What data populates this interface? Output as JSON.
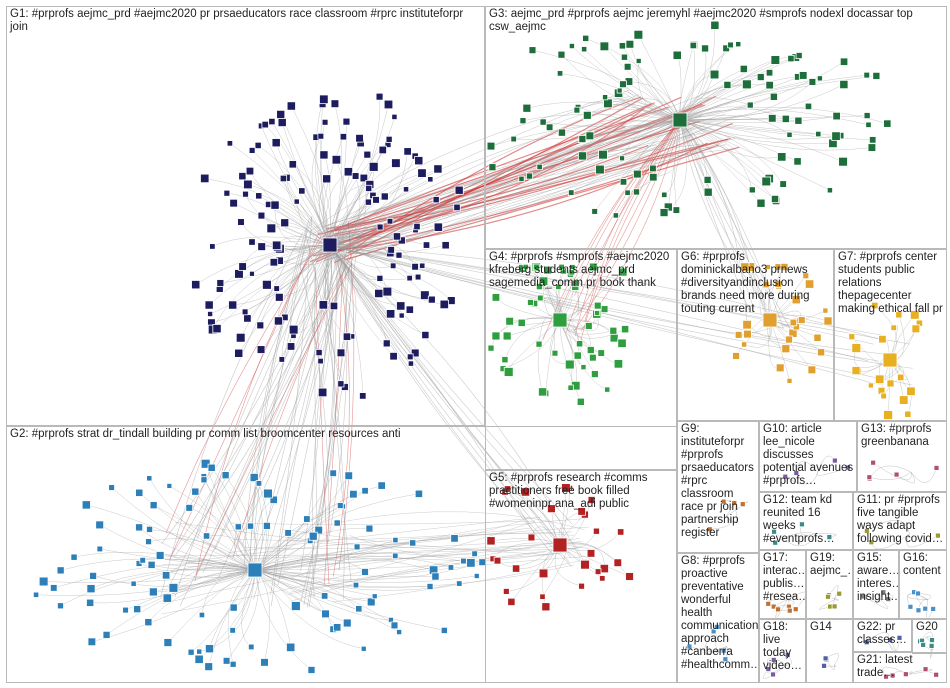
{
  "colors": {
    "background": "#ffffff",
    "box_border": "#b9b9b9",
    "edge_gray": "#9a9a9a",
    "edge_red": "#d23b3b",
    "g1": "#1c1c5e",
    "g2": "#2c7fb8",
    "g3": "#1e6e3c",
    "g4": "#2e9e3e",
    "g5": "#b22222",
    "g6": "#e0a030",
    "g7": "#e8b020"
  },
  "groups": [
    {
      "id": "G1",
      "label": "G1: #prprofs aejmc_prd #aejmc2020 pr prsaeducators race classroom #rprc instituteforpr join"
    },
    {
      "id": "G2",
      "label": "G2: #prprofs strat dr_tindall building pr comm list broomcenter resources anti"
    },
    {
      "id": "G3",
      "label": "G3: aejmc_prd #prprofs aejmc jeremyhl #aejmc2020 #smprofs nodexl docassar top csw_aejmc"
    },
    {
      "id": "G4",
      "label": "G4: #prprofs #smprofs #aejmc2020 kfreberg students aejmc_prd sagemedia_comm pr book thank"
    },
    {
      "id": "G5",
      "label": "G5: #prprofs research #comms practitioners free book filled #womeninpr ana_adi public"
    },
    {
      "id": "G6",
      "label": "G6: #prprofs dominickalbano3 prnews #diversityandinclusion brands need more during touting current"
    },
    {
      "id": "G7",
      "label": "G7: #prprofs center students public relations thepagecenter making ethical fall pr"
    },
    {
      "id": "G8",
      "label": "G8: #prprofs proactive preventative wonderful health communication approach #canberra #healthcomm…"
    },
    {
      "id": "G9",
      "label": "G9: instituteforpr #prprofs prsaeducators #rprc classroom race pr join partnership register"
    },
    {
      "id": "G10",
      "label": "G10: article lee_nicole discusses potential avenues #prprofs…"
    },
    {
      "id": "G11",
      "label": "G11: pr #prprofs five tangible ways adapt following covid…"
    },
    {
      "id": "G12",
      "label": "G12: team kd reunited 16 weeks #eventprofs…"
    },
    {
      "id": "G13",
      "label": "G13: #prprofs greenbanana"
    },
    {
      "id": "G14",
      "label": "G14"
    },
    {
      "id": "G15",
      "label": "G15: aware… interes… insight…"
    },
    {
      "id": "G16",
      "label": "G16: content"
    },
    {
      "id": "G17",
      "label": "G17: interac… publis… #resea…"
    },
    {
      "id": "G18",
      "label": "G18: live today video…"
    },
    {
      "id": "G19",
      "label": "G19: aejmc_…"
    },
    {
      "id": "G20",
      "label": "G20"
    },
    {
      "id": "G21",
      "label": "G21: latest trade…"
    },
    {
      "id": "G22",
      "label": "G22: pr classes…"
    }
  ]
}
